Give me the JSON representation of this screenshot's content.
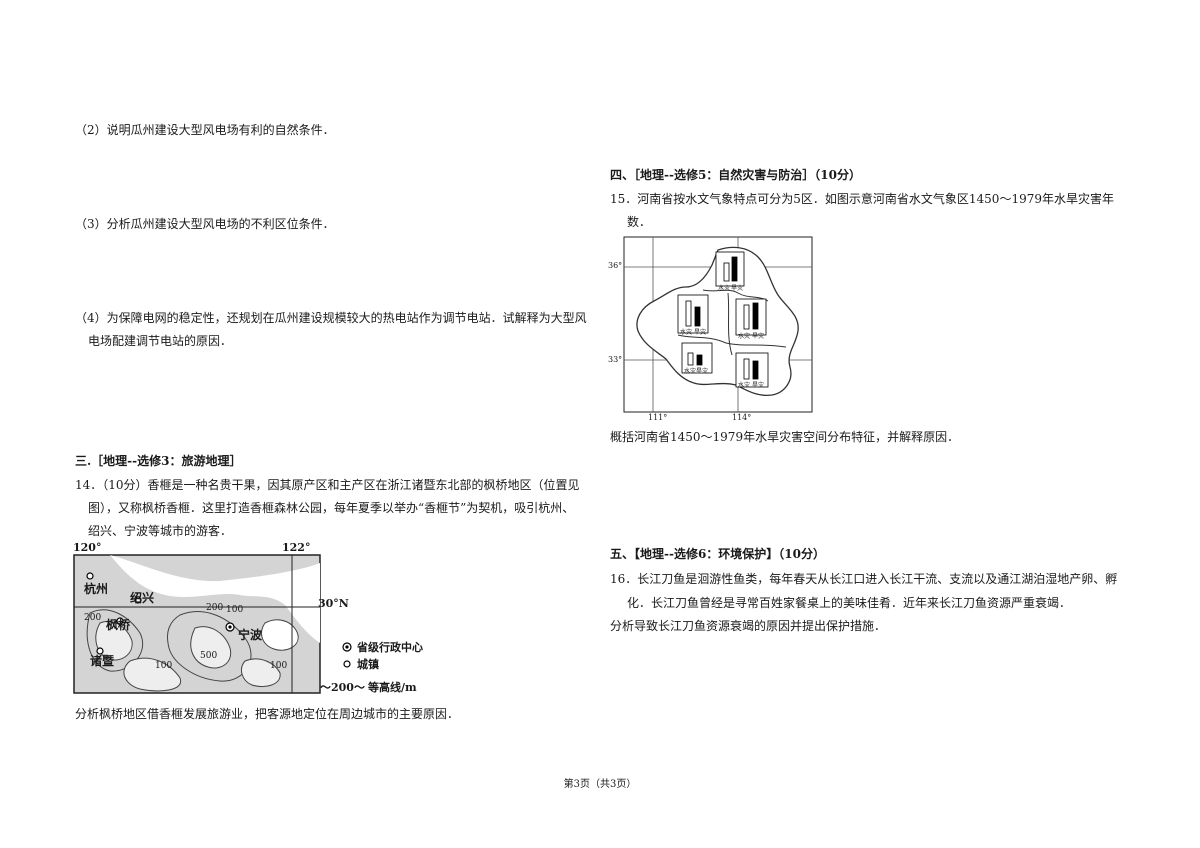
{
  "left": {
    "q2": "（2）说明瓜州建设大型风电场有利的自然条件．",
    "q3": "（3）分析瓜州建设大型风电场的不利区位条件．",
    "q4_line1": "（4）为保障电网的稳定性，还规划在瓜州建设规模较大的热电站作为调节电站．试解释为大型风",
    "q4_line2": "电场配建调节电站的原因．",
    "section3": "三.［地理--选修3：旅游地理］",
    "q14_line1": "14．（10分）香榧是一种名贵干果，因其原产区和主产区在浙江诸暨东北部的枫桥地区（位置见",
    "q14_line2": "图），又称枫桥香榧．这里打造香榧森林公园，每年夏季以举办“香榧节”为契机，吸引杭州、",
    "q14_line3": "绍兴、宁波等城市的游客．",
    "map1": {
      "lon_left": "120°",
      "lon_right": "122°",
      "lat": "30°N",
      "hangzhou": "杭州",
      "shaoxing": "绍兴",
      "fengqiao": "枫桥",
      "ningbo": "宁波",
      "zhuji": "诸暨",
      "c200a": "200",
      "c200b": "200",
      "c100a": "100",
      "c500": "500",
      "c100b": "100",
      "c100c": "100",
      "legend_capital": "省级行政中心",
      "legend_town": "城镇",
      "legend_contour": "等高线/m",
      "legend_contour_value": "～200～"
    },
    "q14_task": "分析枫桥地区借香榧发展旅游业，把客源地定位在周边城市的主要原因．"
  },
  "right": {
    "section4": "四、［地理--选修5：自然灾害与防治］（10分）",
    "q15_line1": "15．河南省按水文气象特点可分为5区．如图示意河南省水文气象区1450～1979年水旱灾害年",
    "q15_line2": "数．",
    "map2": {
      "lat36": "36°",
      "lat33": "33°",
      "lon111": "111°",
      "lon114": "114°",
      "flood": "水灾",
      "drought": "旱灾"
    },
    "q15_task": "概括河南省1450～1979年水旱灾害空间分布特征，并解释原因．",
    "section5": "五、【地理--选修6：环境保护】（10分）",
    "q16_line1": "16．长江刀鱼是洄游性鱼类，每年春天从长江口进入长江干流、支流以及通江湖泊湿地产卵、孵",
    "q16_line2": "化．长江刀鱼曾经是寻常百姓家餐桌上的美味佳肴．近年来长江刀鱼资源严重衰竭．",
    "q16_task": "分析导致长江刀鱼资源衰竭的原因并提出保护措施．"
  },
  "footer": "第3页（共3页）"
}
